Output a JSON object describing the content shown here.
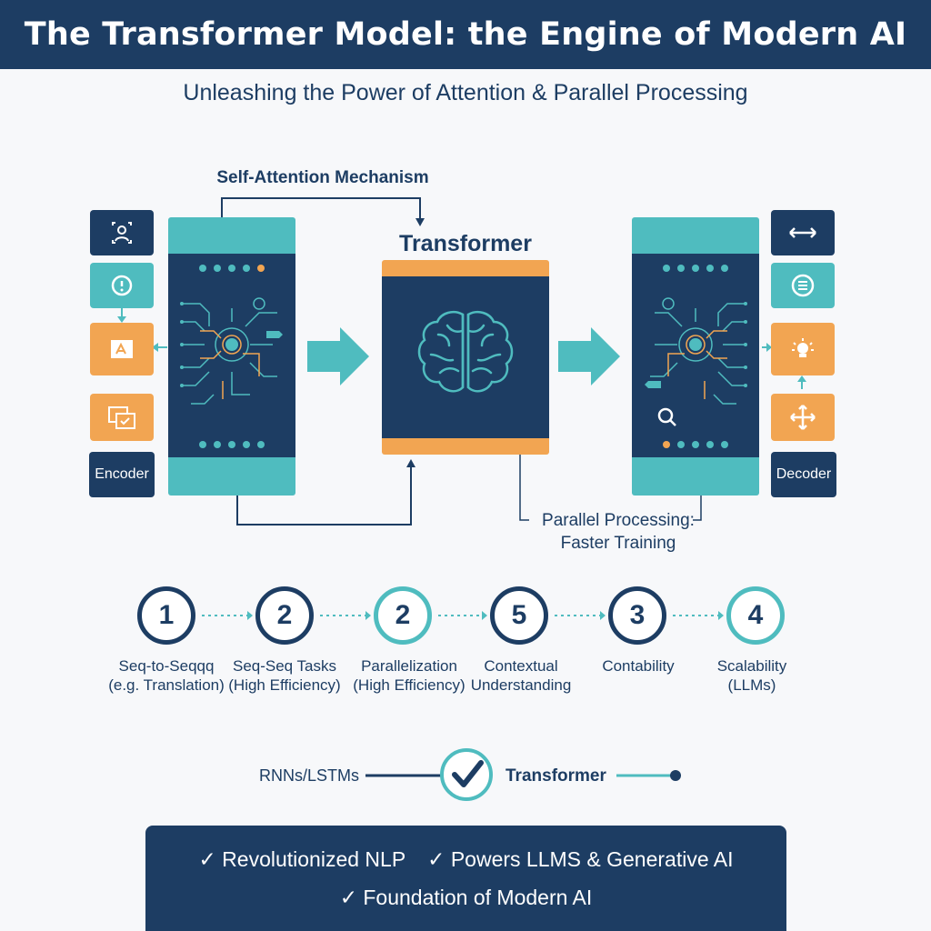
{
  "header": {
    "title": "The Transformer Model: the Engine of Modern AI",
    "subtitle": "Unleashing the Power of Attention & Parallel Processing"
  },
  "diagram": {
    "self_attention_label": "Self-Attention Mechanism",
    "transformer_label": "Transformer",
    "parallel_label_line1": "Parallel Processing:",
    "parallel_label_line2": "Faster Training",
    "encoder_label": "Encoder",
    "decoder_label": "Decoder",
    "left_icons": [
      "user-focus-icon",
      "refresh-info-icon",
      "translate-icon",
      "document-check-icon"
    ],
    "right_icons": [
      "bidirectional-arrow-icon",
      "list-icon",
      "lightbulb-icon",
      "expand-arrows-icon"
    ]
  },
  "steps": [
    {
      "number": "1",
      "line1": "Seq-to-Seqqq",
      "line2": "(e.g. Translation)"
    },
    {
      "number": "2",
      "line1": "Seq-Seq Tasks",
      "line2": "(High Efficiency)"
    },
    {
      "number": "2",
      "line1": "Parallelization",
      "line2": "(High Efficiency)"
    },
    {
      "number": "5",
      "line1": "Contextual",
      "line2": "Understanding"
    },
    {
      "number": "3",
      "line1": "Contability",
      "line2": ""
    },
    {
      "number": "4",
      "line1": "Scalability",
      "line2": "(LLMs)"
    }
  ],
  "comparison": {
    "left": "RNNs/LSTMs",
    "right": "Transformer"
  },
  "footer": {
    "item1": "✓ Revolutionized NLP",
    "item2": "✓ Powers LLMS & Generative AI",
    "item3": "✓ Foundation of Modern AI"
  },
  "colors": {
    "navy": "#1d3d63",
    "teal": "#4fbcbf",
    "orange": "#f2a552"
  }
}
